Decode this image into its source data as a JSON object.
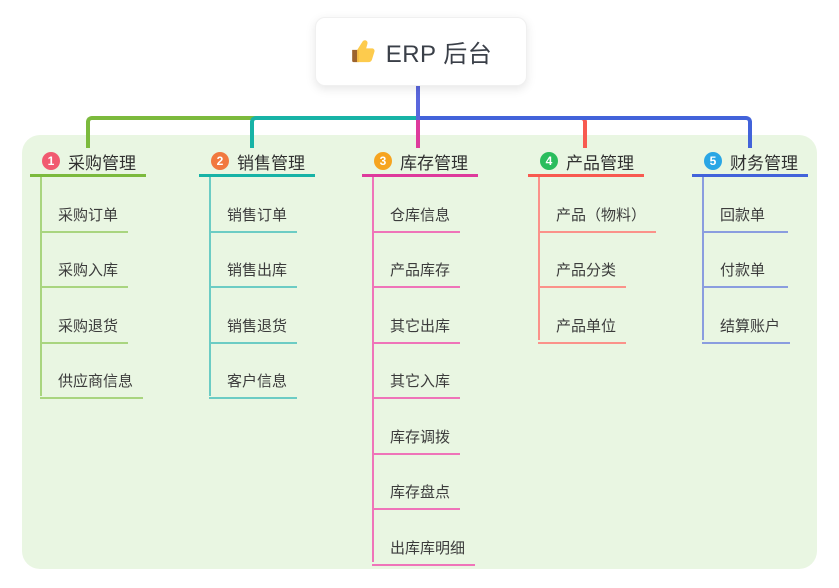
{
  "root": {
    "label": "ERP 后台",
    "icon": "thumbs-up-icon"
  },
  "branches": [
    {
      "index": "1",
      "title": "采购管理",
      "badge_color": "#F15A70",
      "line_color": "#7CBA3D",
      "child_line_color": "#A9D57F",
      "children": [
        "采购订单",
        "采购入库",
        "采购退货",
        "供应商信息"
      ]
    },
    {
      "index": "2",
      "title": "销售管理",
      "badge_color": "#F1793F",
      "line_color": "#17B3A6",
      "child_line_color": "#6CCCC4",
      "children": [
        "销售订单",
        "销售出库",
        "销售退货",
        "客户信息"
      ]
    },
    {
      "index": "3",
      "title": "库存管理",
      "badge_color": "#F6A41F",
      "line_color": "#DE3A9C",
      "child_line_color": "#EF74B9",
      "children": [
        "仓库信息",
        "产品库存",
        "其它出库",
        "其它入库",
        "库存调拨",
        "库存盘点",
        "出库库明细"
      ]
    },
    {
      "index": "4",
      "title": "产品管理",
      "badge_color": "#2ABD5D",
      "line_color": "#F85A50",
      "child_line_color": "#FB928A",
      "children": [
        "产品（物料）",
        "产品分类",
        "产品单位"
      ]
    },
    {
      "index": "5",
      "title": "财务管理",
      "badge_color": "#29A6E5",
      "line_color": "#4263DA",
      "child_line_color": "#8A9DDF",
      "children": [
        "回款单",
        "付款单",
        "结算账户"
      ]
    }
  ],
  "colors": {
    "panel_bg": "#E9F6E2",
    "trunk": "#5A67DD"
  }
}
